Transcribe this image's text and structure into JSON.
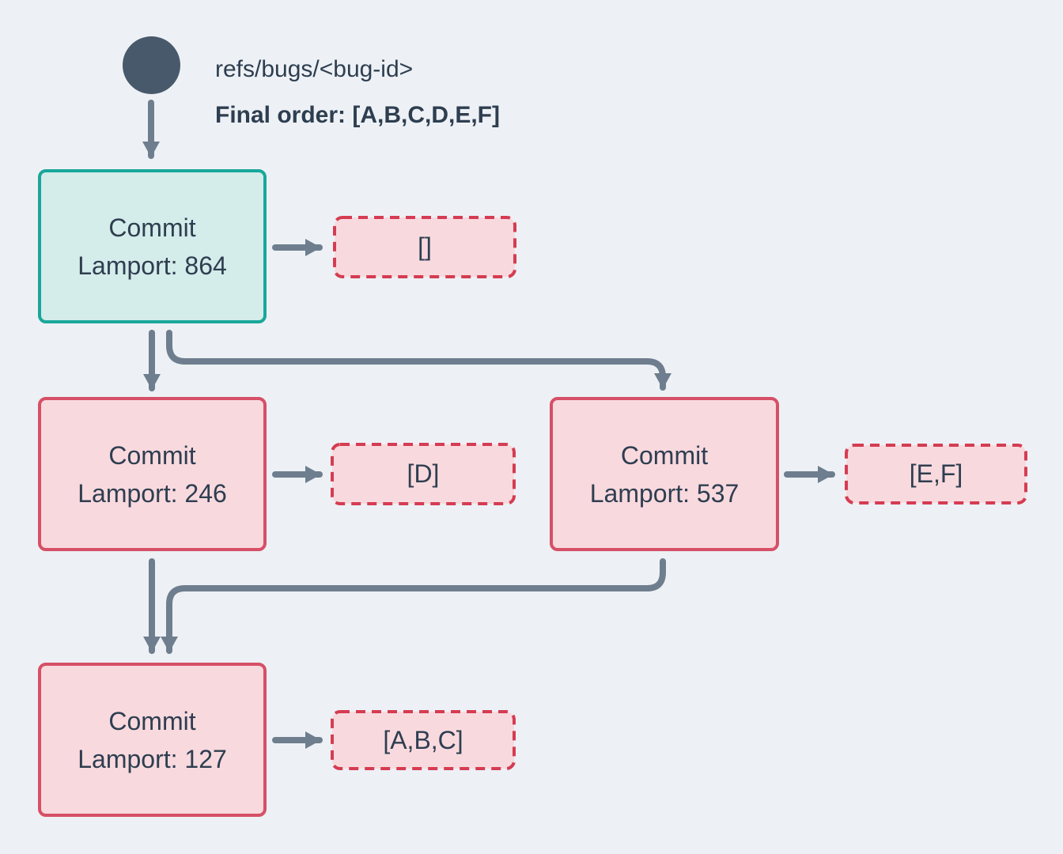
{
  "header": {
    "ref_label": "refs/bugs/<bug-id>",
    "final_order_label": "Final order: [A,B,C,D,E,F]"
  },
  "nodes": [
    {
      "id": "commit-864",
      "title": "Commit",
      "subtitle": "Lamport: 864",
      "lamport": 864,
      "variant": "teal"
    },
    {
      "id": "commit-246",
      "title": "Commit",
      "subtitle": "Lamport: 246",
      "lamport": 246,
      "variant": "rose"
    },
    {
      "id": "commit-537",
      "title": "Commit",
      "subtitle": "Lamport: 537",
      "lamport": 537,
      "variant": "rose"
    },
    {
      "id": "commit-127",
      "title": "Commit",
      "subtitle": "Lamport: 127",
      "lamport": 127,
      "variant": "rose"
    }
  ],
  "payloads": [
    {
      "node": "commit-864",
      "value": "[]"
    },
    {
      "node": "commit-246",
      "value": "[D]"
    },
    {
      "node": "commit-537",
      "value": "[E,F]"
    },
    {
      "node": "commit-127",
      "value": "[A,B,C]"
    }
  ],
  "edges": [
    {
      "from": "ref-head",
      "to": "commit-864"
    },
    {
      "from": "commit-864",
      "to": "commit-246"
    },
    {
      "from": "commit-864",
      "to": "commit-537"
    },
    {
      "from": "commit-246",
      "to": "commit-127"
    },
    {
      "from": "commit-537",
      "to": "commit-127"
    },
    {
      "from": "commit-864",
      "to": "payload-[]"
    },
    {
      "from": "commit-246",
      "to": "payload-[D]"
    },
    {
      "from": "commit-537",
      "to": "payload-[E,F]"
    },
    {
      "from": "commit-127",
      "to": "payload-[A,B,C]"
    }
  ],
  "colors": {
    "bg": "#edf1f5",
    "text": "#2e3e50",
    "arrow": "#6e7e8e",
    "ref_circle": "#48596b",
    "teal_border": "#19a79b",
    "teal_fill": "#d4ecea",
    "rose_border": "#d65066",
    "rose_fill": "#f8d9de",
    "dashed_border": "#d53c52",
    "dashed_fill": "#f8dade"
  }
}
